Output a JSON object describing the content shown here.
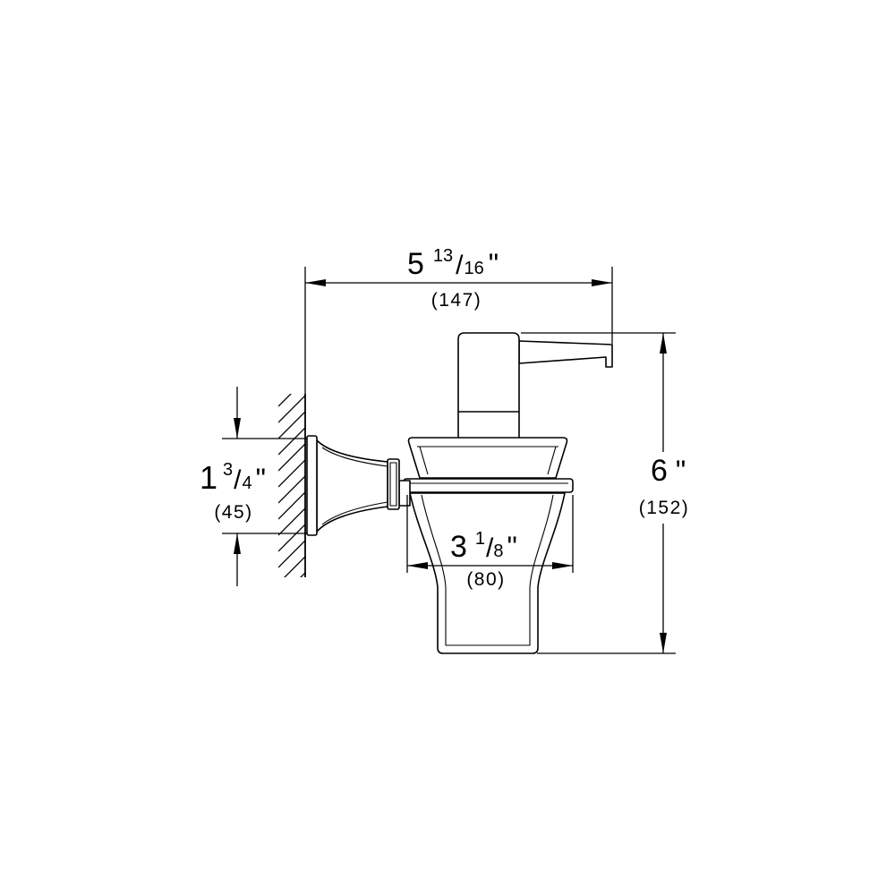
{
  "drawing": {
    "line_color": "#000000",
    "background": "#ffffff",
    "fraction_slash": "/",
    "overall_width": {
      "whole": "5",
      "numerator": "13",
      "denominator": "16",
      "unit": "\"",
      "metric": "(147)"
    },
    "overall_height": {
      "whole": "6",
      "unit": "\"",
      "metric": "(152)"
    },
    "mount_height": {
      "whole": "1",
      "numerator": "3",
      "denominator": "4",
      "unit": "\"",
      "metric": "(45)"
    },
    "container_width": {
      "whole": "3",
      "numerator": "1",
      "denominator": "8",
      "unit": "\"",
      "metric": "(80)"
    }
  }
}
